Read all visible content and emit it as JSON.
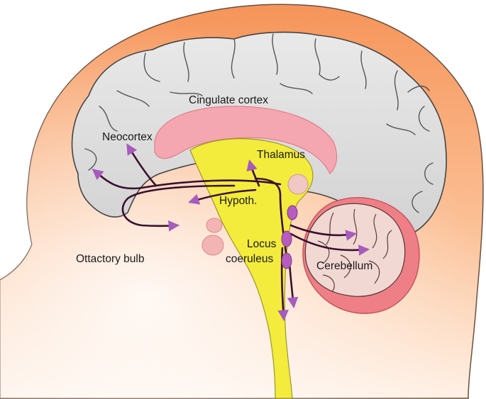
{
  "labels": {
    "cingulate": "Cingulate cortex",
    "neocortex": "Neocortex",
    "thalamus": "Thalamus",
    "hypoth": "Hypoth.",
    "olfactory": "Ottactory bulb",
    "locus_line1": "Locus",
    "locus_line2": "coeruleus",
    "cerebellum": "Cerebellum"
  },
  "colors": {
    "head_skin": "#f7a56e",
    "brain": "#dedede",
    "corpus_callosum": "#f4a7b0",
    "brainstem": "#f3ec3c",
    "cerebellum": "#f1d8d3",
    "cerebellum_rim": "#ef7f86",
    "pathway": "#3a1030",
    "nucleus": "#b75bc0",
    "arrowhead": "#a65bbd"
  },
  "icons": [
    "head-silhouette",
    "brain-hemisphere",
    "brainstem",
    "cerebellum",
    "noradrenergic-pathways"
  ]
}
